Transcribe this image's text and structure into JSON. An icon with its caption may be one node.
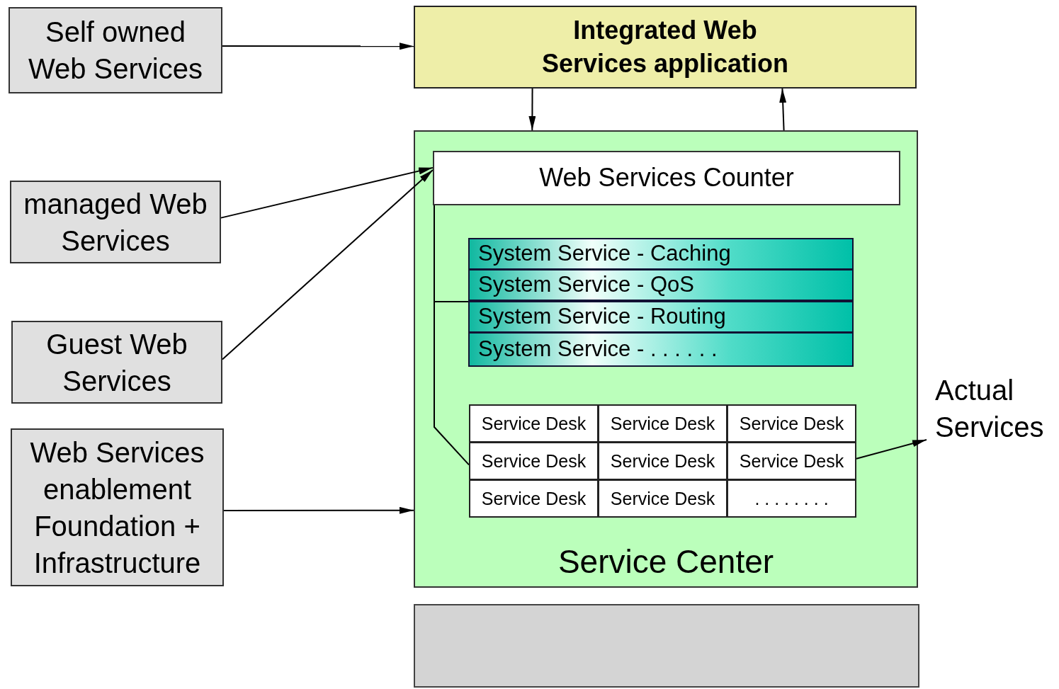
{
  "diagram": {
    "nodes": [
      {
        "text": [
          "Self owned Web Services"
        ]
      },
      {
        "text": [
          "Integrated Web Services application"
        ]
      },
      {
        "text": [
          "managed Web Services"
        ]
      },
      {
        "text": [
          "Guest Web Services"
        ]
      },
      {
        "text": [
          "Web Services enablement Foundation + Infrastructure"
        ]
      },
      {
        "text": [
          "Service Center"
        ]
      },
      {
        "text": [
          "Web Services Counter"
        ],
        "in": 5
      },
      {
        "text": [
          "System Service - Caching"
        ],
        "in": 5
      },
      {
        "text": [
          "System Service - QoS"
        ],
        "in": 5
      },
      {
        "text": [
          "System Service - Routing"
        ],
        "in": 5
      },
      {
        "text": [
          "System Service - . . . . . ."
        ],
        "in": 5
      },
      {
        "text": [
          "Service Desk"
        ],
        "in": 5
      },
      {
        "text": [
          "Service Desk"
        ],
        "in": 5
      },
      {
        "text": [
          "Service Desk"
        ],
        "in": 5
      },
      {
        "text": [
          "Service Desk"
        ],
        "in": 5
      },
      {
        "text": [
          "Service Desk"
        ],
        "in": 5
      },
      {
        "text": [
          "Service Desk"
        ],
        "in": 5
      },
      {
        "text": [
          "Service Desk"
        ],
        "in": 5
      },
      {
        "text": [
          "Service Desk"
        ],
        "in": 5
      },
      {
        "text": [
          ". . . . . . . ."
        ],
        "in": 5
      },
      {
        "text": [
          "Actual Services"
        ]
      },
      {
        "text": [],
        "shape": "box"
      }
    ],
    "edges": [
      {
        "from": 0,
        "to": 1,
        "arrow": "to"
      },
      {
        "from": 1,
        "to": 5,
        "arrow": "to"
      },
      {
        "from": 5,
        "to": 1,
        "arrow": "to"
      },
      {
        "from": 2,
        "to": 6,
        "arrow": "to"
      },
      {
        "from": 3,
        "to": 6,
        "arrow": "to"
      },
      {
        "from": 4,
        "to": 5,
        "arrow": "to"
      },
      {
        "from": 6,
        "to": 9,
        "arrow": "none"
      },
      {
        "from": 6,
        "to": 14,
        "arrow": "none"
      },
      {
        "from": 16,
        "to": 20,
        "arrow": "to"
      }
    ]
  }
}
